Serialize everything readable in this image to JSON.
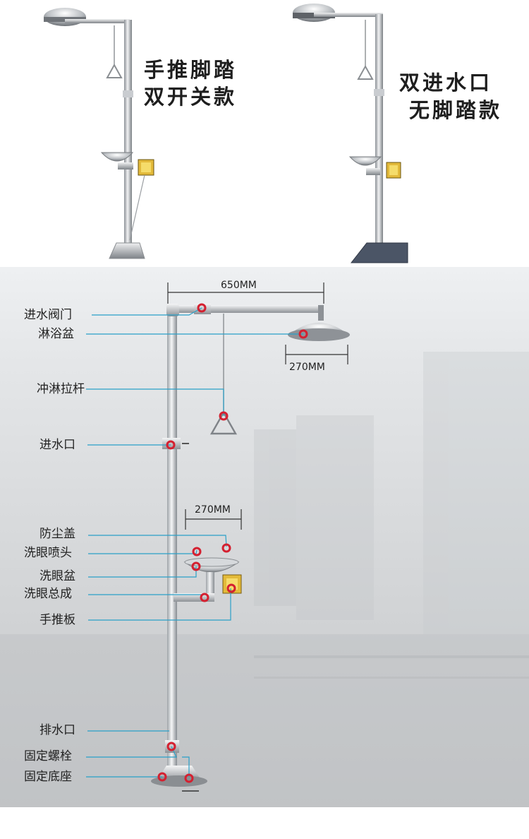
{
  "top_products": {
    "left": {
      "line1": "手推脚踏",
      "line2": "双开关款"
    },
    "right": {
      "line1": "双进水口",
      "line2": "无脚踏款"
    }
  },
  "diagram": {
    "dim_top": "650MM",
    "dim_shower": "270MM",
    "dim_bowl": "270MM",
    "callouts": [
      {
        "key": "inlet_valve",
        "label": "进水阀门"
      },
      {
        "key": "shower_bowl",
        "label": "淋浴盆"
      },
      {
        "key": "pull_rod",
        "label": "冲淋拉杆"
      },
      {
        "key": "water_inlet",
        "label": "进水口"
      },
      {
        "key": "dust_cover",
        "label": "防尘盖"
      },
      {
        "key": "eyewash_nozzle",
        "label": "洗眼喷头"
      },
      {
        "key": "eyewash_bowl",
        "label": "洗眼盆"
      },
      {
        "key": "eyewash_assembly",
        "label": "洗眼总成"
      },
      {
        "key": "push_plate",
        "label": "手推板"
      },
      {
        "key": "drain",
        "label": "排水口"
      },
      {
        "key": "anchor_bolt",
        "label": "固定螺栓"
      },
      {
        "key": "base",
        "label": "固定底座"
      }
    ],
    "colors": {
      "leader": "#2aa0c8",
      "marker": "#d42030"
    }
  }
}
